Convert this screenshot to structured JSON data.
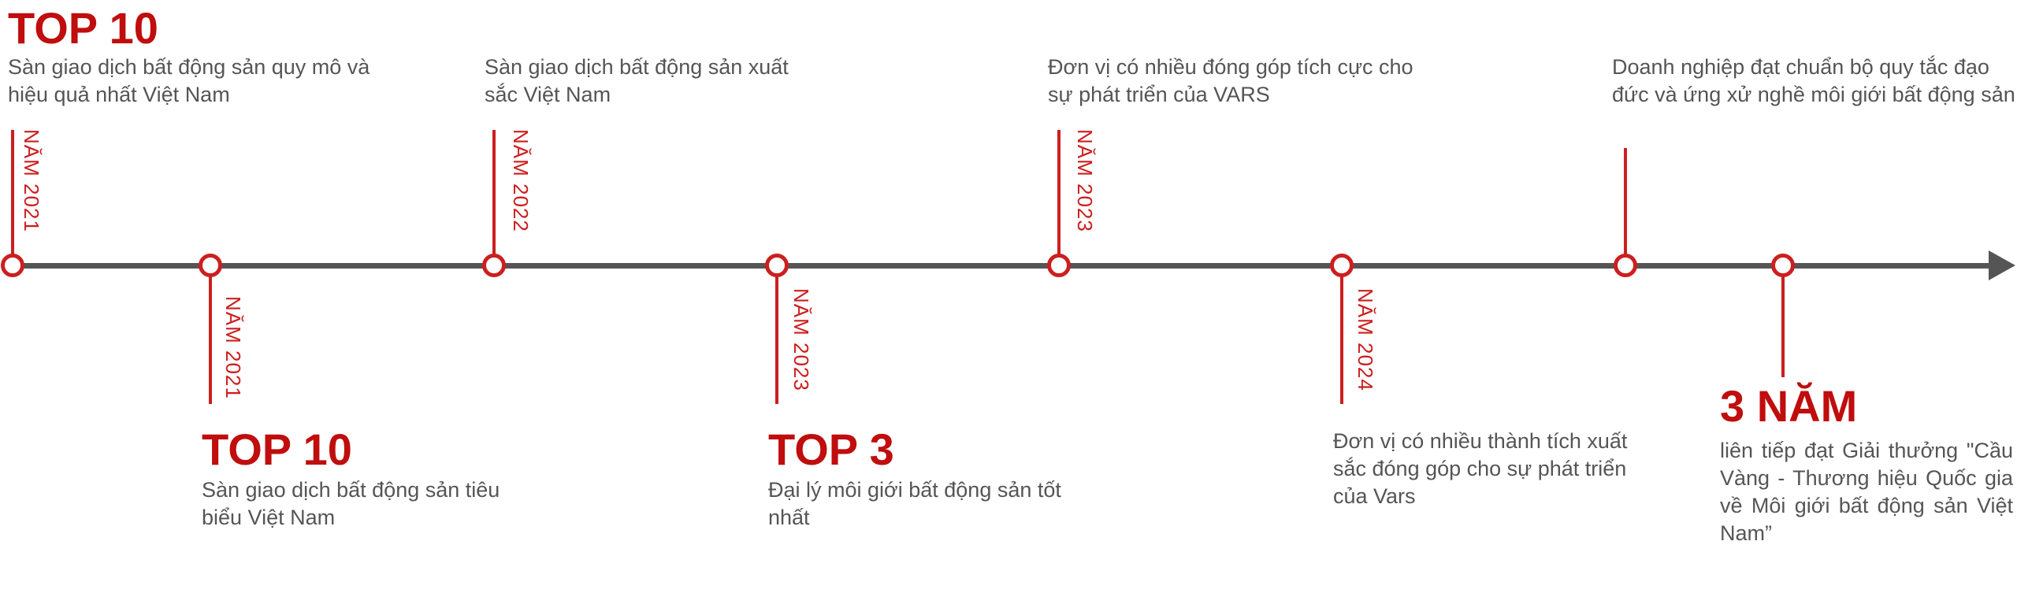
{
  "timeline": {
    "axis_color": "#555555",
    "accent_color": "#cc1f1f",
    "milestones": [
      {
        "title": "TOP 10",
        "year": "NĂM 2021",
        "description": "Sàn giao dịch bất động sản quy mô và hiệu quả nhất Việt Nam"
      },
      {
        "title": "TOP 10",
        "year": "NĂM 2021",
        "description": "Sàn giao dịch bất động sản tiêu biểu Việt Nam"
      },
      {
        "title": "",
        "year": "NĂM 2022",
        "description": "Sàn giao dịch bất động sản xuất sắc Việt Nam"
      },
      {
        "title": "TOP 3",
        "year": "NĂM 2023",
        "description": "Đại lý môi giới bất động sản tốt nhất"
      },
      {
        "title": "",
        "year": "NĂM 2023",
        "description": "Đơn vị có nhiều đóng góp tích cực cho sự phát triển của VARS"
      },
      {
        "title": "",
        "year": "NĂM 2024",
        "description": "Đơn vị có nhiều thành tích xuất sắc đóng góp cho sự phát triển của Vars"
      },
      {
        "title": "",
        "year": "",
        "description": "Doanh nghiệp đạt chuẩn bộ quy tắc đạo đức và ứng xử nghề môi giới bất động sản"
      },
      {
        "title": "3 NĂM",
        "year": "",
        "description": "liên tiếp đạt Giải thưởng \"Cầu Vàng - Thương hiệu Quốc gia về Môi giới bất động sản Việt Nam”"
      }
    ]
  }
}
